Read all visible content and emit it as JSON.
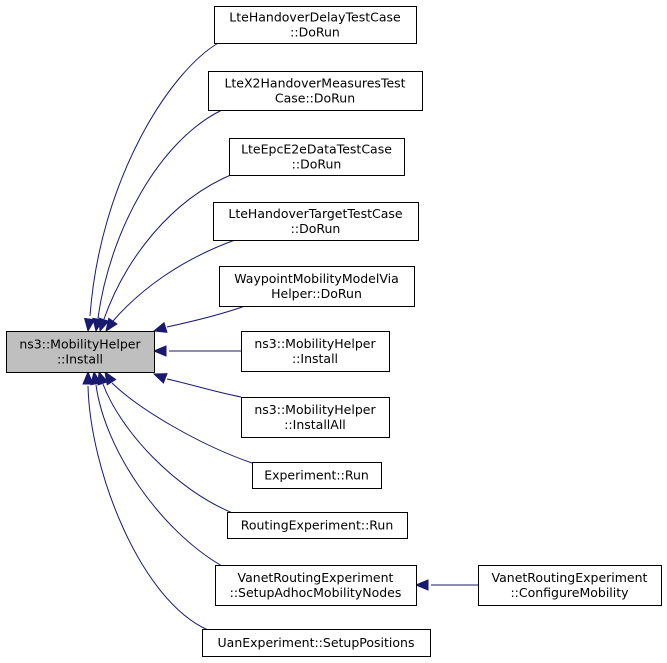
{
  "nodes": {
    "mobility_install": [
      "ns3::MobilityHelper",
      "::Install"
    ],
    "lte_handover_delay": [
      "LteHandoverDelayTestCase",
      "::DoRun"
    ],
    "lte_x2_handover": [
      "LteX2HandoverMeasuresTest",
      "Case::DoRun"
    ],
    "lte_epc_e2e": [
      "LteEpcE2eDataTestCase",
      "::DoRun"
    ],
    "lte_handover_target": [
      "LteHandoverTargetTestCase",
      "::DoRun"
    ],
    "waypoint_mobility": [
      "WaypointMobilityModelVia",
      "Helper::DoRun"
    ],
    "mobility_install_caller": [
      "ns3::MobilityHelper",
      "::Install"
    ],
    "mobility_install_all": [
      "ns3::MobilityHelper",
      "::InstallAll"
    ],
    "experiment_run": [
      "Experiment::Run"
    ],
    "routing_experiment_run": [
      "RoutingExperiment::Run"
    ],
    "vanet_setup_adhoc": [
      "VanetRoutingExperiment",
      "::SetupAdhocMobilityNodes"
    ],
    "vanet_configure_mobility": [
      "VanetRoutingExperiment",
      "::ConfigureMobility"
    ],
    "uan_setup_positions": [
      "UanExperiment::SetupPositions"
    ]
  },
  "colors": {
    "edge": "#191970",
    "focus_fill": "#bfbfbf",
    "node_fill": "#ffffff",
    "node_border": "#000000"
  }
}
